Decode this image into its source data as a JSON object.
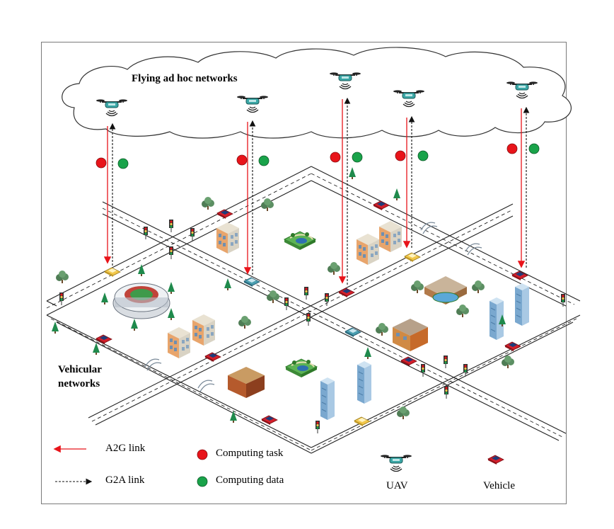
{
  "diagram": {
    "cloud_title": "Flying ad hoc networks",
    "vehicular_label_line1": "Vehicular",
    "vehicular_label_line2": "networks"
  },
  "legend": {
    "a2g": "A2G link",
    "g2a": "G2A link",
    "task": "Computing task",
    "data": "Computing data",
    "uav": "UAV",
    "vehicle": "Vehicle"
  },
  "colors": {
    "a2g_link": "#e8141a",
    "g2a_link": "#111111",
    "task_dot": "#e8141a",
    "data_dot": "#19a34a",
    "uav_body": "#3aa7a6",
    "vehicle_red": "#d41f2a",
    "vehicle_teal": "#4a9eb0",
    "vehicle_yellow": "#f2c84b",
    "road": "#ffffff",
    "road_edge": "#222222",
    "tree": "#1f8a4c"
  },
  "icons": [
    "uav-icon",
    "vehicle-icon",
    "stadium-icon",
    "building-icon",
    "park-icon",
    "traffic-light-icon",
    "tree-icon",
    "bridge-icon"
  ]
}
